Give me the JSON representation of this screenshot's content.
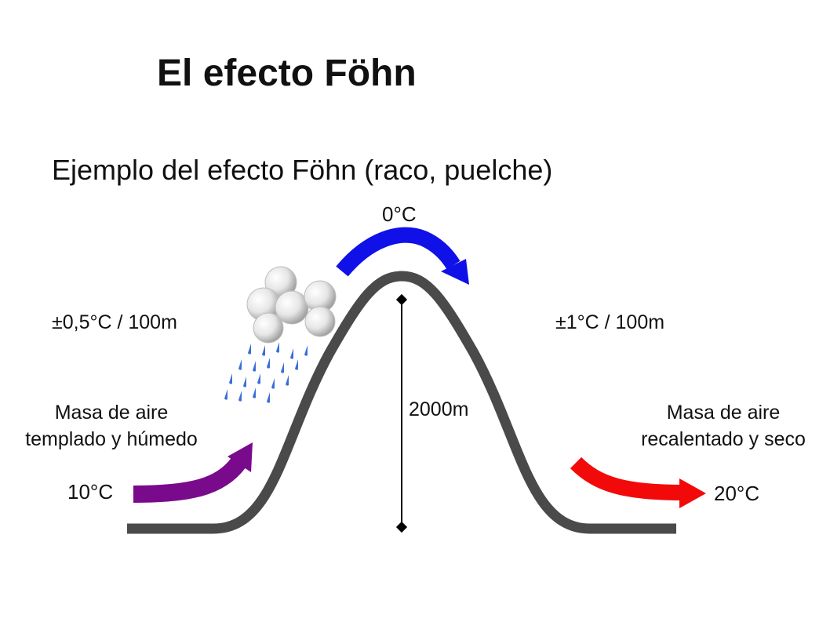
{
  "title": "El efecto Föhn",
  "subtitle": "Ejemplo del efecto Föhn (raco, puelche)",
  "labels": {
    "top_temp": "0°C",
    "left_rate": "±0,5°C / 100m",
    "right_rate": "±1°C / 100m",
    "height": "2000m",
    "left_mass_line1": "Masa de aire",
    "left_mass_line2": "templado y húmedo",
    "right_mass_line1": "Masa de aire",
    "right_mass_line2": "recalentado y seco",
    "left_temp": "10°C",
    "right_temp": "20°C"
  },
  "colors": {
    "mountain": "#4a4a4a",
    "top_arrow": "#1010e8",
    "left_arrow": "#7a0a8c",
    "right_arrow": "#f20a0a",
    "rain": "#3a6fd8",
    "cloud": "#bdbdbd"
  },
  "icons": {
    "cloud": "cloud-icon",
    "rain": "rain-drops-icon"
  }
}
